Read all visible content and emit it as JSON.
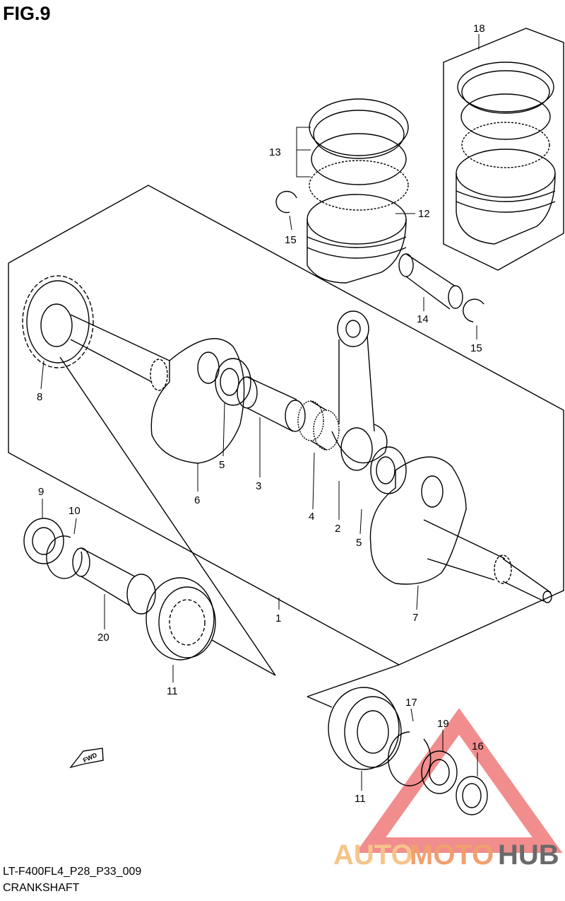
{
  "figure": {
    "title": "FIG.9",
    "code": "LT-F400FL4_P28_P33_009",
    "name": "CRANKSHAFT"
  },
  "callouts": [
    {
      "id": "c18",
      "label": "18"
    },
    {
      "id": "c13",
      "label": "13"
    },
    {
      "id": "c12",
      "label": "12"
    },
    {
      "id": "c15a",
      "label": "15"
    },
    {
      "id": "c14",
      "label": "14"
    },
    {
      "id": "c15b",
      "label": "15"
    },
    {
      "id": "c8",
      "label": "8"
    },
    {
      "id": "c5a",
      "label": "5"
    },
    {
      "id": "c3",
      "label": "3"
    },
    {
      "id": "c6",
      "label": "6"
    },
    {
      "id": "c4",
      "label": "4"
    },
    {
      "id": "c2",
      "label": "2"
    },
    {
      "id": "c5b",
      "label": "5"
    },
    {
      "id": "c9",
      "label": "9"
    },
    {
      "id": "c10",
      "label": "10"
    },
    {
      "id": "c20",
      "label": "20"
    },
    {
      "id": "c1",
      "label": "1"
    },
    {
      "id": "c7",
      "label": "7"
    },
    {
      "id": "c11a",
      "label": "11"
    },
    {
      "id": "c17",
      "label": "17"
    },
    {
      "id": "c19",
      "label": "19"
    },
    {
      "id": "c16",
      "label": "16"
    },
    {
      "id": "c11b",
      "label": "11"
    }
  ],
  "fwd_label": "FWD",
  "watermark": {
    "part1": "AUTO",
    "part2": "MOTO",
    "part3": "HUB",
    "colors": {
      "auto": "#f6c48a",
      "moto": "#f0a070",
      "hub": "#6a6a6a",
      "triangle": "#e83030"
    }
  }
}
